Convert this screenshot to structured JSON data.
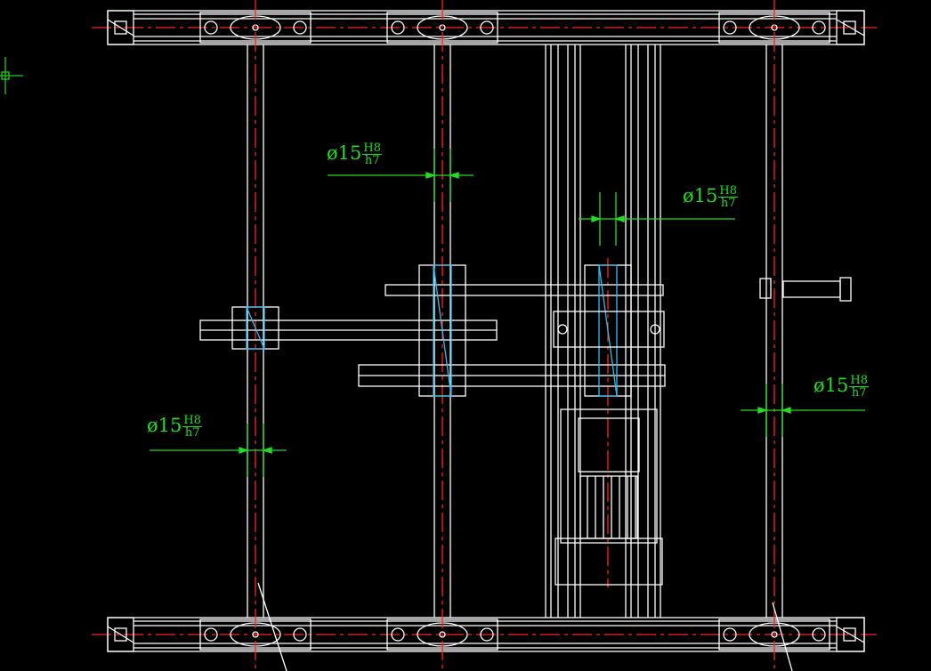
{
  "colors": {
    "background": "#000000",
    "geometry": "#ffffff",
    "center_line": "#ff2020",
    "dimension": "#22dd22",
    "hatch": "#33bbee",
    "cursor": "#22cc22"
  },
  "dimensions": [
    {
      "symbol": "ø",
      "value": "15",
      "upper_tol": "H8",
      "lower_tol": "h7"
    },
    {
      "symbol": "ø",
      "value": "15",
      "upper_tol": "H8",
      "lower_tol": "h7"
    },
    {
      "symbol": "ø",
      "value": "15",
      "upper_tol": "H8",
      "lower_tol": "h7"
    },
    {
      "symbol": "ø",
      "value": "15",
      "upper_tol": "H8",
      "lower_tol": "h7"
    }
  ]
}
